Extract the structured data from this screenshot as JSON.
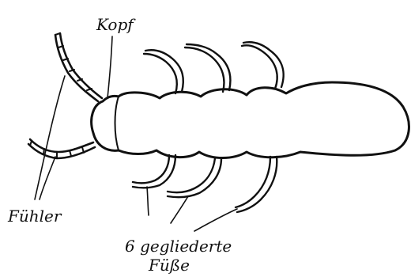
{
  "labels": {
    "head": "Kopf",
    "antennae": "Fühler",
    "legs_line1": "6 gegliederte",
    "legs_line2": "Füße"
  },
  "colors": {
    "ink": "#111111",
    "background": "#ffffff"
  }
}
